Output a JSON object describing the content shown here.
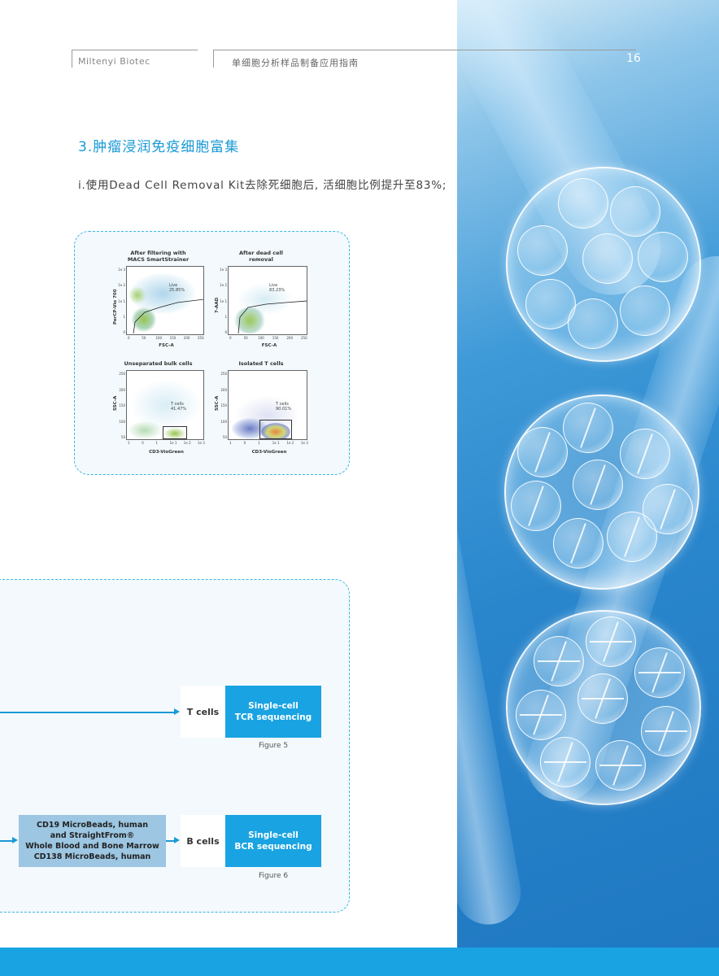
{
  "header": {
    "brand": "Miltenyi Biotec",
    "doc_title": "单细胞分析样品制备应用指南",
    "page_number": "16"
  },
  "section": {
    "title": "3.肿瘤浸润免疫细胞富集",
    "body": "i.使用Dead Cell Removal Kit去除死细胞后, 活细胞比例提升至83%;"
  },
  "figure_plots": [
    {
      "title_line1": "After filtering with",
      "title_line2": "MACS SmartStrainer",
      "xlabel": "FSC-A",
      "ylabel": "PerCP-Vio 700",
      "gate_label": "Live",
      "gate_value": "25.85%",
      "y_ticks": [
        "1e 3",
        "1e 2",
        "1e 1",
        "1",
        "0"
      ],
      "x_ticks": [
        "0",
        "50",
        "100",
        "150",
        "200",
        "250"
      ]
    },
    {
      "title_line1": "After dead cell",
      "title_line2": "removal",
      "xlabel": "FSC-A",
      "ylabel": "7-AAD",
      "gate_label": "Live",
      "gate_value": "83.23%",
      "y_ticks": [
        "1e 3",
        "1e 2",
        "1e 1",
        "1",
        "0"
      ],
      "x_ticks": [
        "0",
        "50",
        "100",
        "150",
        "200",
        "250"
      ]
    },
    {
      "title_line1": "Unseparated bulk cells",
      "title_line2": "",
      "xlabel": "CD3-VioGreen",
      "ylabel": "SSC-A",
      "gate_label": "T cells",
      "gate_value": "41.47%",
      "y_ticks": [
        "250",
        "200",
        "150",
        "100",
        "50"
      ],
      "x_ticks": [
        "1",
        "0",
        "1",
        "1e 1",
        "1e 2",
        "1e 3"
      ]
    },
    {
      "title_line1": "Isolated T cells",
      "title_line2": "",
      "xlabel": "CD3-VioGreen",
      "ylabel": "SSC-A",
      "gate_label": "T cells",
      "gate_value": "90.01%",
      "y_ticks": [
        "250",
        "200",
        "150",
        "100",
        "50"
      ],
      "x_ticks": [
        "1",
        "0",
        "1",
        "1e 1",
        "1e 2",
        "1e 3"
      ]
    }
  ],
  "workflow": {
    "t_cells_label": "T cells",
    "t_seq_line1": "Single-cell",
    "t_seq_line2": "TCR sequencing",
    "t_figure": "Figure 5",
    "bead_line1": "CD19 MicroBeads, human",
    "bead_line2": "and StraightFrom®",
    "bead_line3": "Whole Blood and Bone Marrow",
    "bead_line4": "CD138 MicroBeads, human",
    "b_cells_label": "B cells",
    "b_seq_line1": "Single-cell",
    "b_seq_line2": "BCR sequencing",
    "b_figure": "Figure 6"
  },
  "colors": {
    "accent": "#1a9ad6",
    "seq_box": "#1aa3e2",
    "bead_box": "#9cc6e2",
    "bottom_bar": "#1aa3e2"
  }
}
